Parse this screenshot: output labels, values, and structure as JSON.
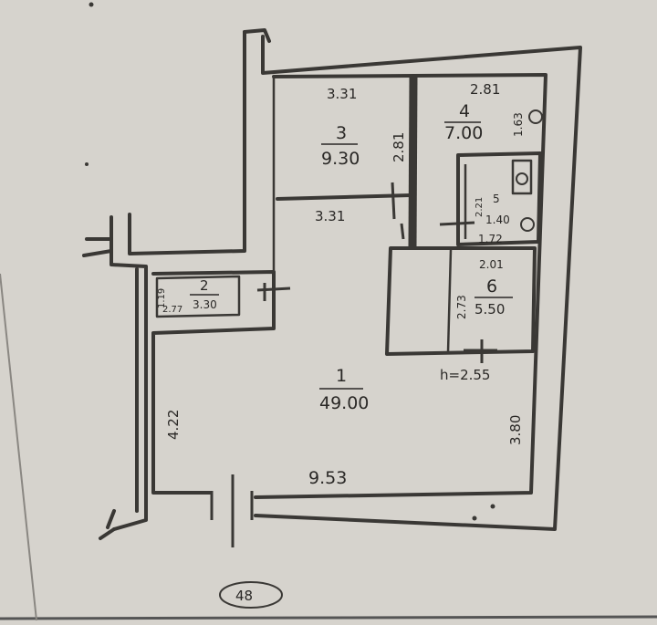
{
  "rooms": [
    {
      "number": "1",
      "area": "49.00"
    },
    {
      "number": "2",
      "area": "3.30"
    },
    {
      "number": "3",
      "area": "9.30"
    },
    {
      "number": "4",
      "area": "7.00"
    },
    {
      "number": "5",
      "area": "1.40"
    },
    {
      "number": "6",
      "area": "5.50"
    }
  ],
  "dimensions": {
    "room3_top": "3.31",
    "room3_bottom": "3.31",
    "room3_side": "2.81",
    "room4_top": "2.81",
    "room4_side": "1.63",
    "room5_side": "2.21",
    "room5_bottom": "1.72",
    "room6_top": "2.01",
    "room6_side": "2.73",
    "room2_side": "1.19",
    "room2_width": "2.77",
    "room1_left": "4.22",
    "room1_right": "3.80",
    "room1_bottom": "9.53"
  },
  "ceiling_height": "h=2.55",
  "sheet_number": "48"
}
